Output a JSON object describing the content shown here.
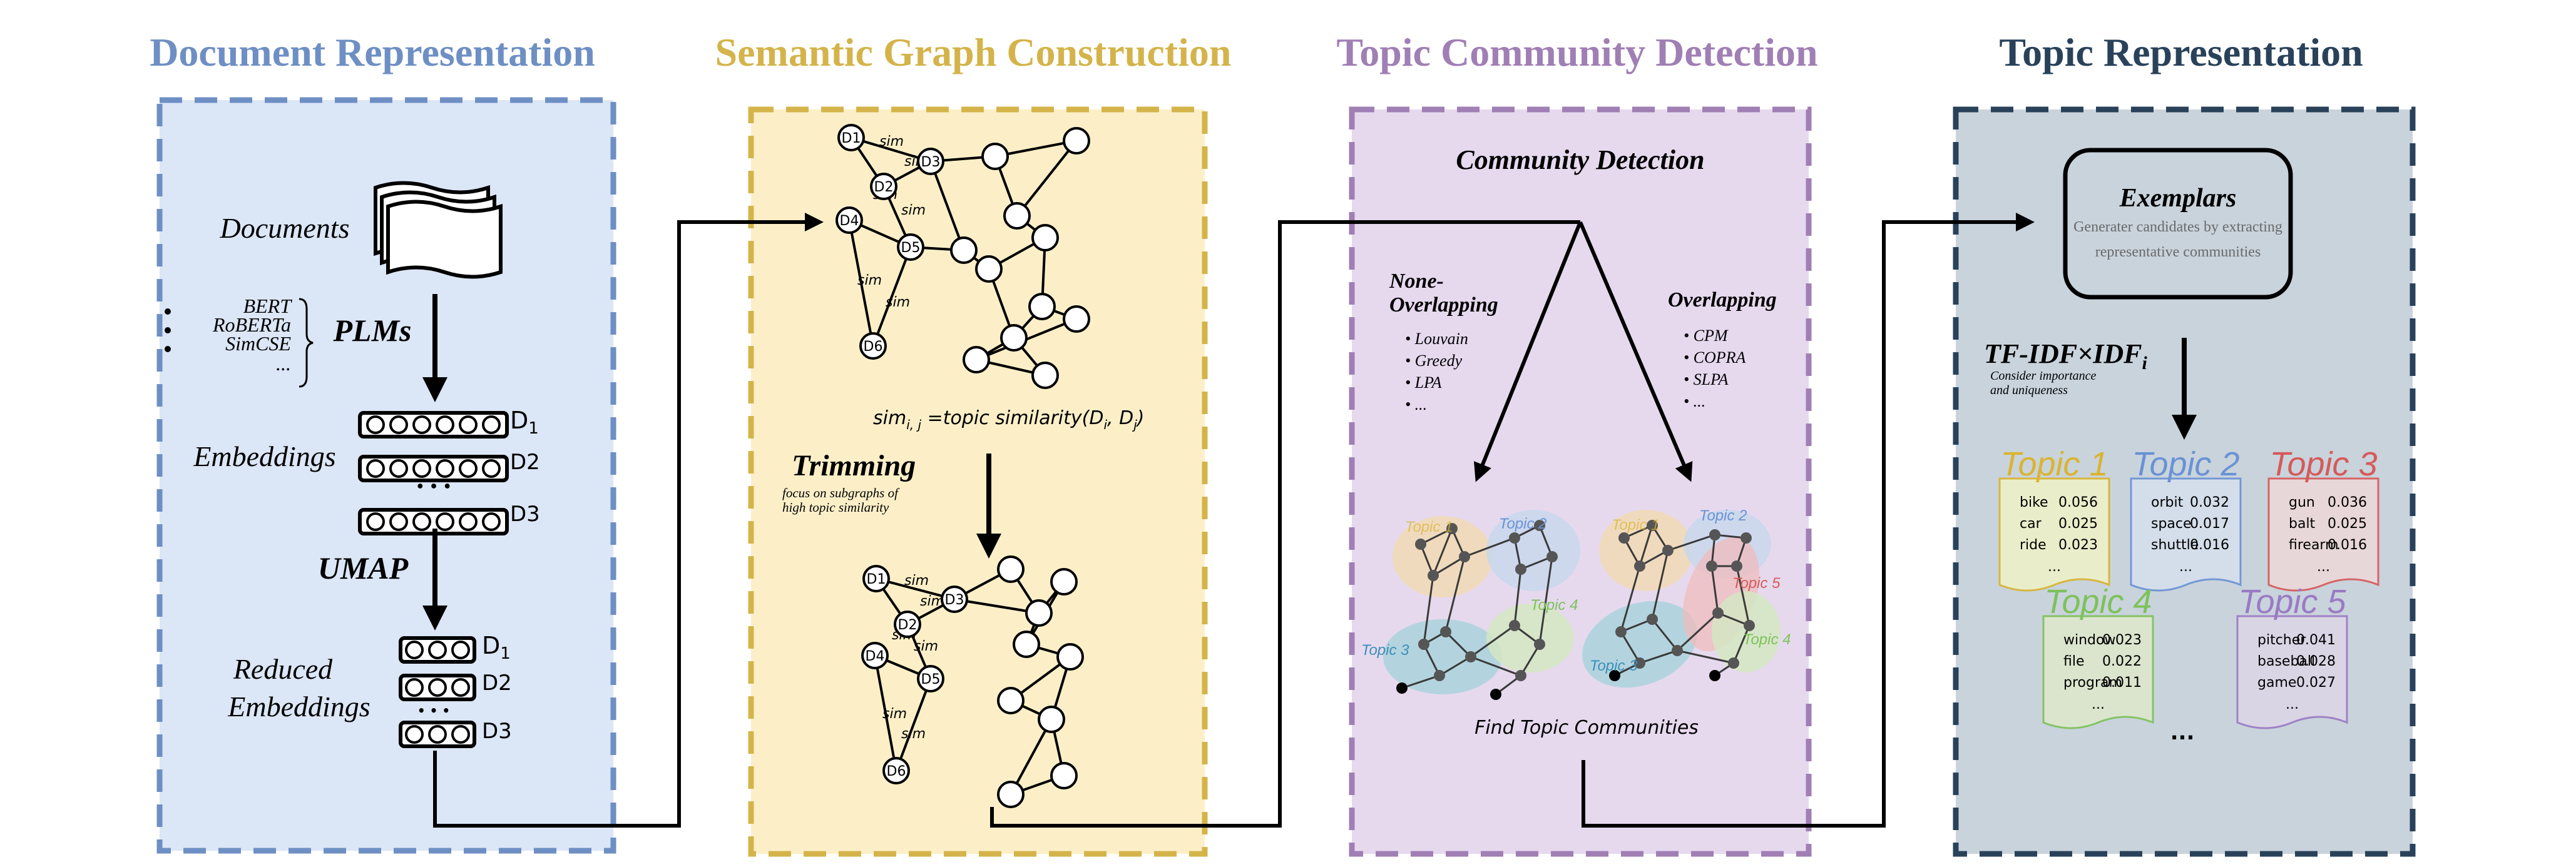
{
  "sections": [
    {
      "title": "Document Representation",
      "color": "#6e8fc4"
    },
    {
      "title": "Semantic Graph Construction",
      "color": "#d4b44a"
    },
    {
      "title": "Topic Community Detection",
      "color": "#a07fb4"
    },
    {
      "title": "Topic Representation",
      "color": "#29425a"
    }
  ],
  "doc": {
    "documents": "Documents",
    "plms": "PLMs",
    "models": [
      "BERT",
      "RoBERTa",
      "SimCSE",
      "..."
    ],
    "embeddings": "Embeddings",
    "umap": "UMAP",
    "reduced_1": "Reduced",
    "reduced_2": "Embeddings",
    "d1": "D",
    "d1_sub": "1",
    "d2": "D2",
    "d3": "D3",
    "dots": "• • •"
  },
  "graph": {
    "sim": "sim",
    "nodes": [
      "D1",
      "D2",
      "D3",
      "D4",
      "D5",
      "D6"
    ],
    "formula": "sim",
    "formula_sub": "i, j",
    "formula_rest": " =topic similarity(D",
    "formula_i": "i",
    "formula_comma": ", D",
    "formula_j": "j",
    "formula_end": ")",
    "trimming": "Trimming",
    "trim_note_1": "focus on subgraphs of",
    "trim_note_2": "high topic similarity"
  },
  "community": {
    "title": "Community Detection",
    "none_overlap_1": "None-",
    "none_overlap_2": "Overlapping",
    "none_methods": [
      "Louvain",
      "Greedy",
      "LPA",
      "..."
    ],
    "overlap": "Overlapping",
    "overlap_methods": [
      "CPM",
      "COPRA",
      "SLPA",
      "..."
    ],
    "find": "Find Topic Communities",
    "labels": [
      "Topic 1",
      "Topic 2",
      "Topic 3",
      "Topic 4",
      "Topic 5"
    ]
  },
  "representation": {
    "exemplars": "Exemplars",
    "ex_desc_1": "Generater candidates by extracting",
    "ex_desc_2": "representative communities",
    "tfidf": "TF-IDF×IDF",
    "tfidf_sub": "i",
    "tfidf_note_1": "Consider importance",
    "tfidf_note_2": "and uniqueness",
    "ellipsis": "...",
    "topics": [
      {
        "name": "Topic 1",
        "color": "#d9b430",
        "bg": "#eef0c8",
        "words": [
          [
            "bike",
            "0.056"
          ],
          [
            "car",
            "0.025"
          ],
          [
            "ride",
            "0.023"
          ]
        ]
      },
      {
        "name": "Topic 2",
        "color": "#6a92d4",
        "bg": "#d6e0ec",
        "words": [
          [
            "orbit",
            "0.032"
          ],
          [
            "space",
            "0.017"
          ],
          [
            "shuttle",
            "0.016"
          ]
        ]
      },
      {
        "name": "Topic 3",
        "color": "#d65a5a",
        "bg": "#ecd8d8",
        "words": [
          [
            "gun",
            "0.036"
          ],
          [
            "balt",
            "0.025"
          ],
          [
            "firearm",
            "0.016"
          ]
        ]
      },
      {
        "name": "Topic 4",
        "color": "#7dc25a",
        "bg": "#dde8cc",
        "words": [
          [
            "window",
            "0.023"
          ],
          [
            "file",
            "0.022"
          ],
          [
            "program",
            "0.011"
          ]
        ]
      },
      {
        "name": "Topic 5",
        "color": "#9a7ac4",
        "bg": "#dcd6e6",
        "words": [
          [
            "pitcher",
            "0.041"
          ],
          [
            "baseball",
            "0.028"
          ],
          [
            "game",
            "0.027"
          ]
        ]
      }
    ]
  }
}
